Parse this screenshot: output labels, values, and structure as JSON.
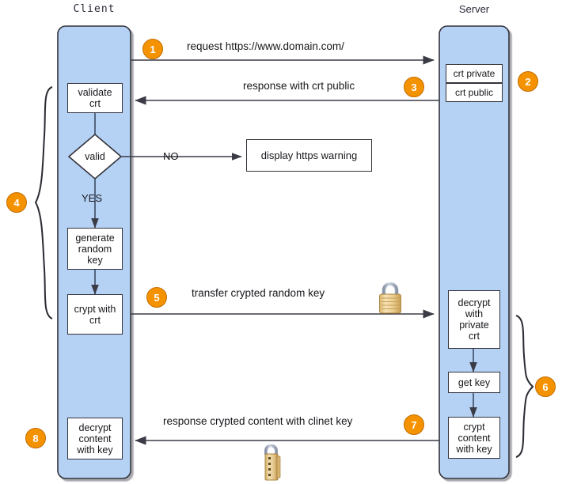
{
  "diagram": {
    "title": "HTTPS / TLS handshake sequence diagram",
    "colors": {
      "lifeline_fill": "#b5d2f5",
      "lifeline_stroke": "#33333b",
      "box_fill": "#ffffff",
      "box_stroke": "#33333b",
      "badge_fill": "#f59200",
      "badge_stroke": "#c26e00",
      "badge_text": "#ffffff",
      "line": "#3b3b46",
      "text": "#17171c",
      "padlock_body": "#e8c989",
      "padlock_shackle": "#b9c2d0"
    }
  },
  "lanes": {
    "client": {
      "label": "Client"
    },
    "server": {
      "label": "Server"
    }
  },
  "client_steps": {
    "validate_crt": "validate\ncrt",
    "decision": "valid",
    "yes_label": "YES",
    "no_label": "NO",
    "generate_random_key": "generate\nrandom\nkey",
    "crypt_with_crt": "crypt with\ncrt",
    "decrypt_content_with_key": "decrypt\ncontent\nwith key"
  },
  "server_steps": {
    "crt_private": "crt private",
    "crt_public": "crt public",
    "decrypt_with_private_crt": "decrypt\nwith\nprivate\ncrt",
    "get_key": "get key",
    "crypt_content_with_key": "crypt\ncontent\nwith key"
  },
  "external": {
    "https_warning": "display https warning"
  },
  "messages": {
    "m1": "request https://www.domain.com/",
    "m3": "response with crt public",
    "m5": "transfer crypted random key",
    "m7": "response crypted content with clinet key"
  },
  "badges": {
    "b1": "1",
    "b2": "2",
    "b3": "3",
    "b4": "4",
    "b5": "5",
    "b6": "6",
    "b7": "7",
    "b8": "8"
  },
  "icons": {
    "padlock_top": "padlock-closed-icon",
    "padlock_bottom": "padlock-combination-icon"
  }
}
